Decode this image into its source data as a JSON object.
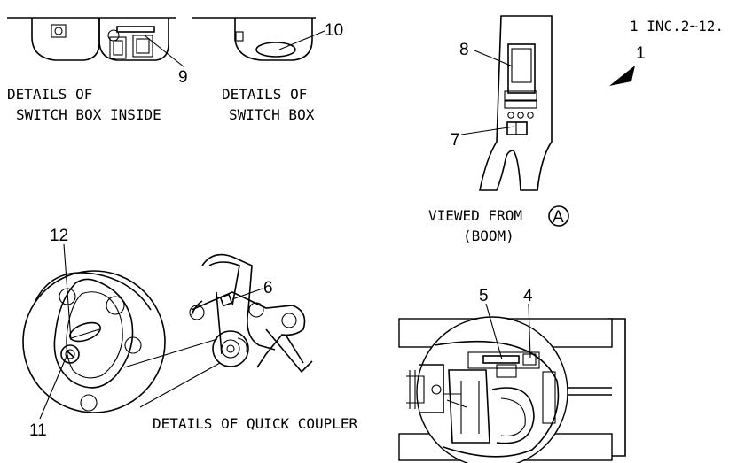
{
  "header_note": "1 INC.2~12.",
  "captions": {
    "switch_box_inside": [
      "DETAILS OF",
      "SWITCH BOX INSIDE"
    ],
    "switch_box": [
      "DETAILS OF",
      "SWITCH BOX"
    ],
    "viewed_from": [
      "VIEWED FROM",
      "(BOOM)"
    ],
    "view_marker": "A",
    "quick_coupler": "DETAILS OF QUICK COUPLER"
  },
  "callouts": {
    "c1": "1",
    "c4": "4",
    "c5": "5",
    "c6": "6",
    "c7": "7",
    "c8": "8",
    "c9": "9",
    "c10": "10",
    "c11": "11",
    "c12": "12"
  }
}
